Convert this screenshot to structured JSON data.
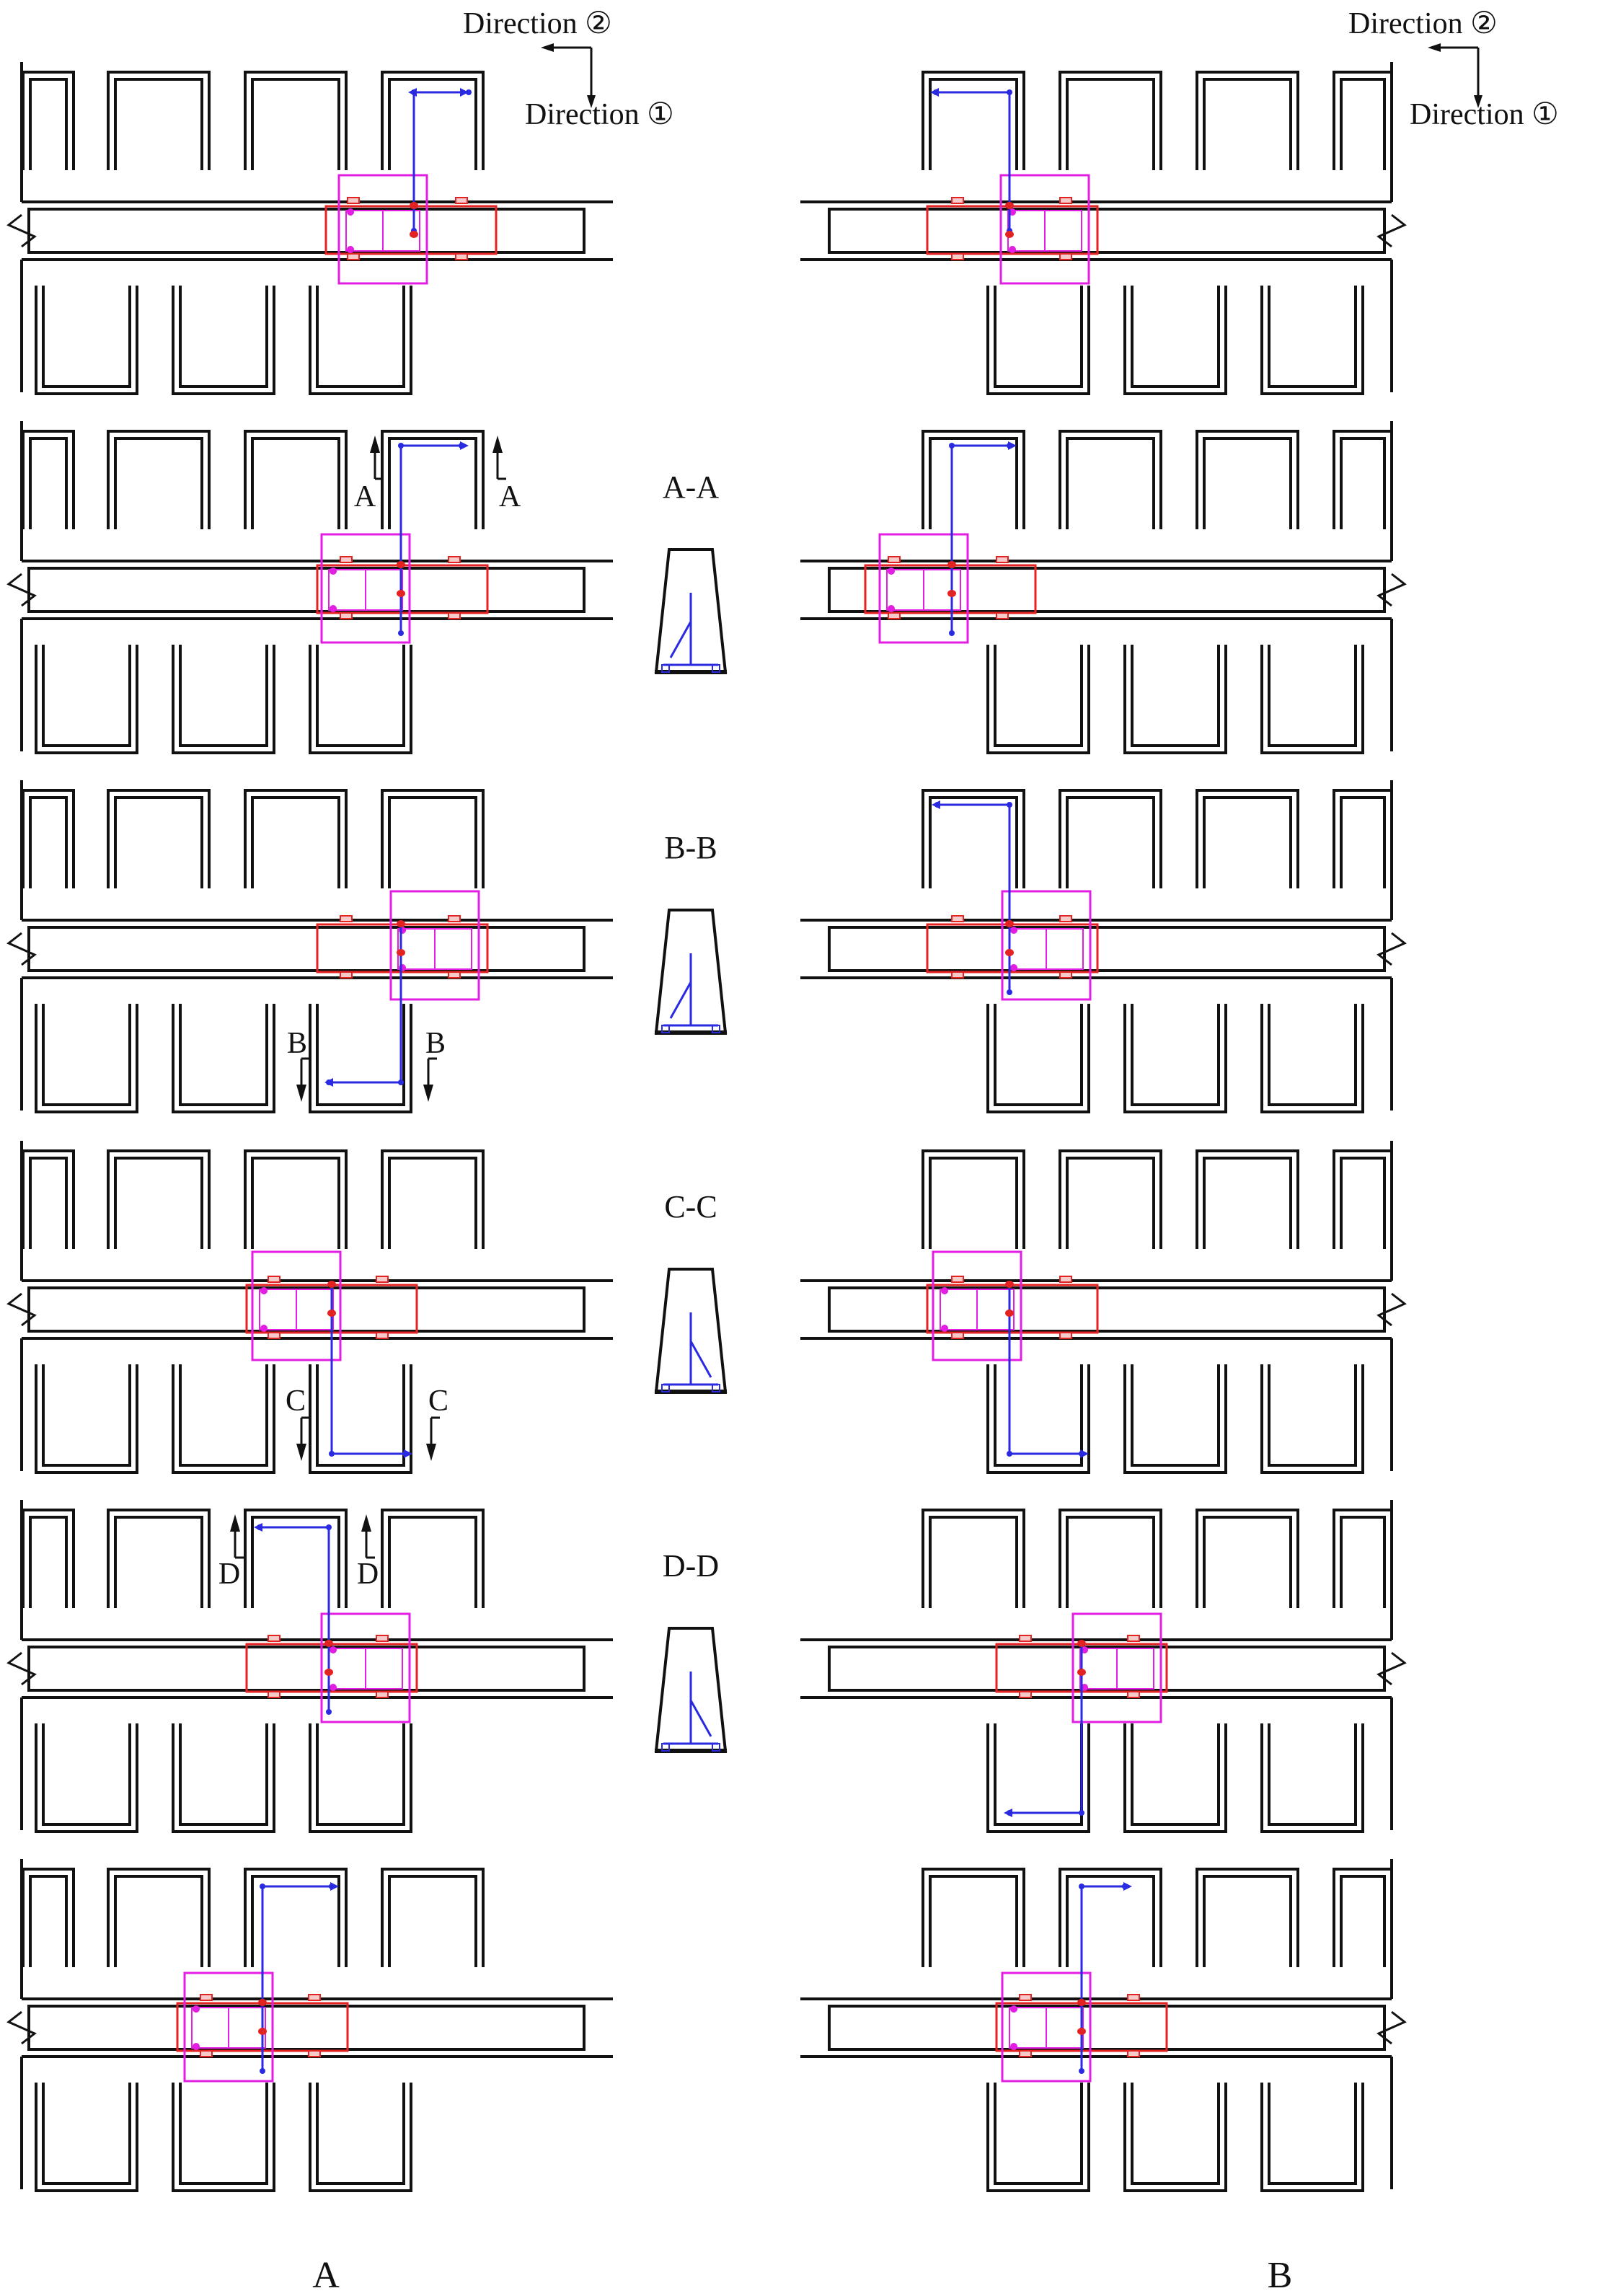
{
  "direction_legend": {
    "direction_2": "Direction ②",
    "direction_1": "Direction ①"
  },
  "sections": [
    "A-A",
    "B-B",
    "C-C",
    "D-D"
  ],
  "cut_markers": {
    "row2": "A",
    "row3": "B",
    "row4": "C",
    "row5": "D"
  },
  "column_labels": [
    "A",
    "B"
  ],
  "colors": {
    "structure": "#111111",
    "beam_outline": "#e32222",
    "trolley_frame": "#e21ee3",
    "route": "#2a2ae0"
  }
}
